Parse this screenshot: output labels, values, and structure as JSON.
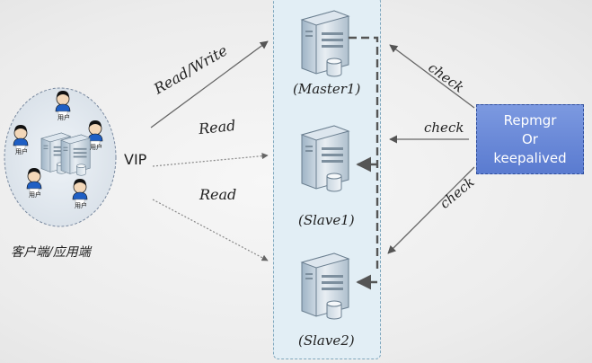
{
  "clients": {
    "caption": "客户端/应用端",
    "vip_label": "VIP",
    "user_tag": "用户"
  },
  "edges": {
    "read_write": "Read/Write",
    "read_1": "Read",
    "read_2": "Read",
    "check_1": "check",
    "check_2": "check",
    "check_3": "check"
  },
  "nodes": {
    "master": "(Master1)",
    "slave1": "(Slave1)",
    "slave2": "(Slave2)"
  },
  "tool": {
    "line1": "Repmgr",
    "line2": "Or",
    "line3": "keepalived"
  },
  "colors": {
    "cluster_bg": "#e2eef5",
    "tool_bg": "#5a7bd0",
    "arrow": "#555555"
  }
}
